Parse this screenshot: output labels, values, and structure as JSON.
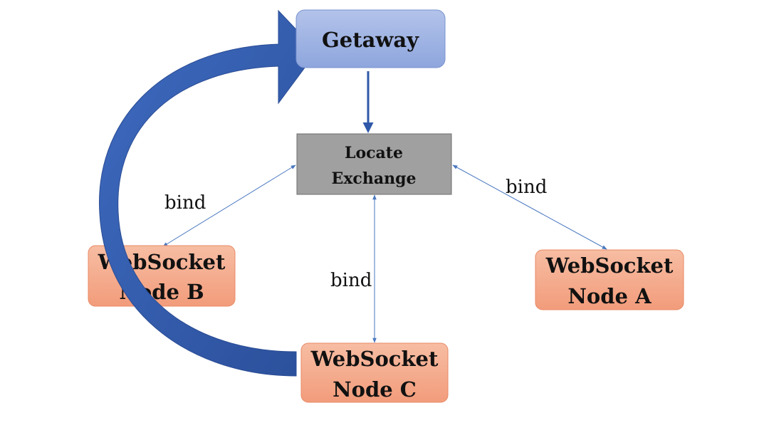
{
  "colors": {
    "gateway_fill": "#9EB3E3",
    "gateway_stroke": "#7A93CF",
    "exchange_fill": "#A0A0A0",
    "exchange_stroke": "#6E6E6E",
    "node_fill": "#F4A88A",
    "node_stroke": "#E88A65",
    "arrow_blue": "#2F58A8",
    "connector_blue": "#4A78C0"
  },
  "nodes": {
    "gateway": {
      "label": "Getaway"
    },
    "exchange": {
      "line1": "Locate",
      "line2": "Exchange"
    },
    "node_b": {
      "line1": "WebSocket",
      "line2": "Node B"
    },
    "node_a": {
      "line1": "WebSocket",
      "line2": "Node A"
    },
    "node_c": {
      "line1": "WebSocket",
      "line2": "Node C"
    }
  },
  "edges": {
    "bind_b": "bind",
    "bind_c": "bind",
    "bind_a": "bind"
  }
}
